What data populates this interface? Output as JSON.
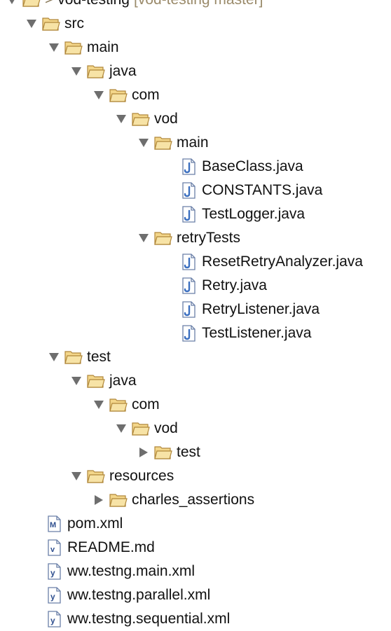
{
  "project": {
    "prefix": ">",
    "name": "vod-testing",
    "repo": "[vod-testing master]"
  },
  "tree": {
    "src": "src",
    "src_main": "main",
    "src_main_java": "java",
    "src_main_java_com": "com",
    "src_main_java_com_vod": "vod",
    "src_main_java_com_vod_main": "main",
    "file_baseclass": "BaseClass.java",
    "file_constants": "CONSTANTS.java",
    "file_testlogger": "TestLogger.java",
    "src_main_java_com_vod_retrytests": "retryTests",
    "file_resetretry": "ResetRetryAnalyzer.java",
    "file_retry": "Retry.java",
    "file_retrylistener": "RetryListener.java",
    "file_testlistener": "TestListener.java",
    "src_test": "test",
    "src_test_java": "java",
    "src_test_java_com": "com",
    "src_test_java_com_vod": "vod",
    "src_test_java_com_vod_test": "test",
    "src_test_resources": "resources",
    "src_test_resources_charles": "charles_assertions",
    "file_pom": "pom.xml",
    "file_readme": "README.md",
    "file_testng_main": "ww.testng.main.xml",
    "file_testng_parallel": "ww.testng.parallel.xml",
    "file_testng_sequential": "ww.testng.sequential.xml"
  },
  "colors": {
    "folder_fill": "#f3d68a",
    "folder_stroke": "#b0873a",
    "java_blue": "#3b6fc0",
    "toggle": "#6e6e6e"
  }
}
